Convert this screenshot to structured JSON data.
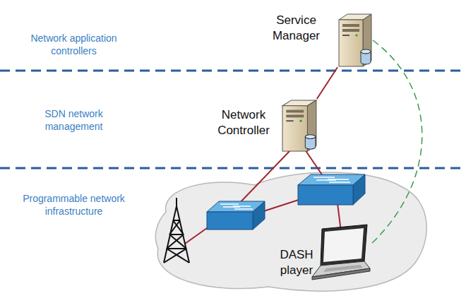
{
  "diagram": {
    "nodes": [
      {
        "text": [
          "Service Manager"
        ]
      },
      {
        "text": [
          "Network Controller"
        ]
      },
      {
        "text": [
          "DASH player"
        ]
      }
    ],
    "edges": [
      {
        "from": 0,
        "to": 1,
        "arrow": "none"
      },
      {
        "from": 0,
        "to": 2,
        "arrow": "none"
      }
    ],
    "labels": [
      "Network application controllers",
      "SDN network management",
      "Programmable network infrastructure"
    ]
  }
}
